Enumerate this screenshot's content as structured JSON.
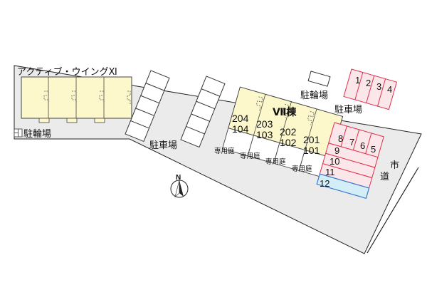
{
  "neighbor_building": {
    "name": "アクティブ・ウイングⅪ",
    "bike_parking_label": "駐輪場",
    "bike_parking_marker": "-|"
  },
  "main_building": {
    "label": "Ⅶ棟",
    "rooms_upper": [
      "204",
      "203",
      "202",
      "201"
    ],
    "rooms_lower": [
      "104",
      "103",
      "102",
      "101"
    ],
    "private_garden_label": "専用庭"
  },
  "labels": {
    "parking_left": "駐車場",
    "bike_parking_right": "駐輪場",
    "parking_right": "駐車場",
    "city_road": "市道",
    "north": "N"
  },
  "parking_spaces": {
    "top_right": [
      "1",
      "2",
      "3",
      "4"
    ],
    "right_upright": [
      "8",
      "7",
      "6",
      "5"
    ],
    "right_rows": [
      "9",
      "10",
      "11"
    ],
    "highlighted": "12"
  },
  "colors": {
    "building_fill": "#fdf8cc",
    "parking_outline": "#e0304a",
    "parking_fill": "#fbe6ea",
    "highlight_fill": "#d4eef8",
    "highlight_outline": "#3a7ad0",
    "lot_fill": "#ececec"
  }
}
